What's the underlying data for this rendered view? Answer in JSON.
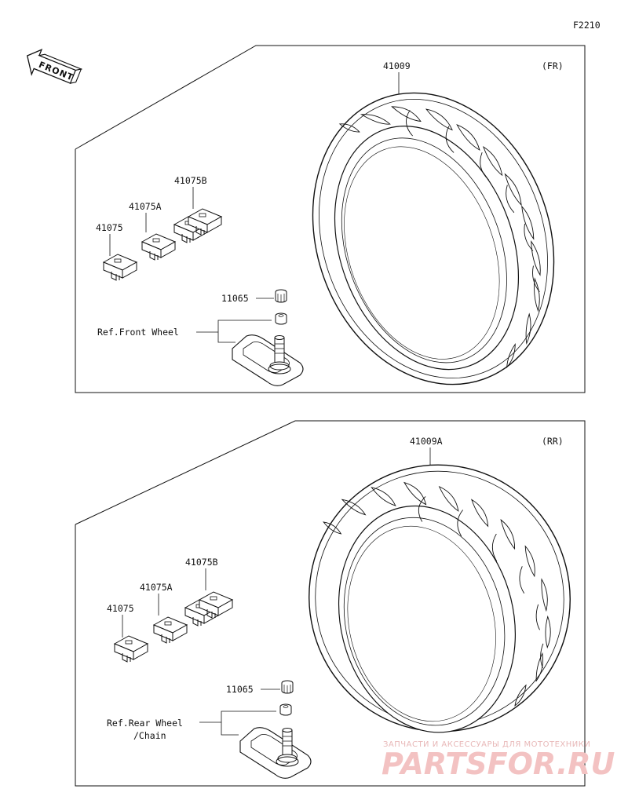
{
  "figure_code": "F2210",
  "front_arrow_label": "FRONT",
  "front_section": {
    "position_label": "(FR)",
    "tire_part": "41009",
    "valve_cap_part": "11065",
    "ref_label": "Ref.Front Wheel",
    "weights": [
      "41075",
      "41075A",
      "41075B"
    ]
  },
  "rear_section": {
    "position_label": "(RR)",
    "tire_part": "41009A",
    "valve_cap_part": "11065",
    "ref_label_line1": "Ref.Rear Wheel",
    "ref_label_line2": "/Chain",
    "weights": [
      "41075",
      "41075A",
      "41075B"
    ]
  },
  "watermark": {
    "line1": "ЗАПЧАСТИ И АКСЕССУАРЫ ДЛЯ МОТОТЕХНИКИ",
    "line2": "PARTSFOR.RU"
  }
}
